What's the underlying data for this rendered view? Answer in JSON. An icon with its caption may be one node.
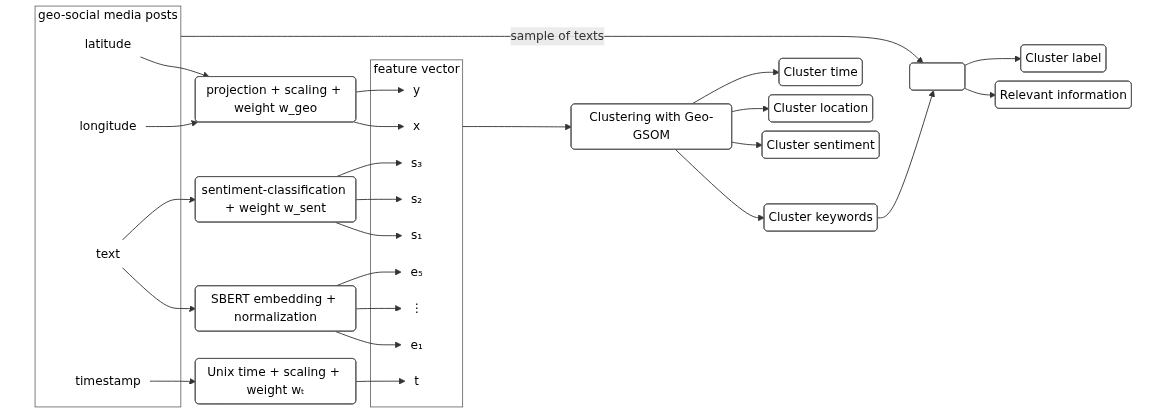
{
  "diagram": {
    "nodes": [
      {
        "text": [
          "geo-social media posts"
        ]
      },
      {
        "text": [
          "latitude"
        ],
        "in": 0
      },
      {
        "text": [
          "longitude"
        ],
        "in": 0
      },
      {
        "text": [
          "text"
        ],
        "in": 0
      },
      {
        "text": [
          "timestamp"
        ],
        "in": 0
      },
      {
        "text": [
          "projection + scaling + weight w_geo"
        ]
      },
      {
        "text": [
          "SBERT embedding + normalization"
        ]
      },
      {
        "text": [
          "sentiment-classification + weight w_sent"
        ]
      },
      {
        "text": [
          "Unix time + scaling + weight wₜ"
        ]
      },
      {
        "text": [
          "feature vector"
        ]
      },
      {
        "text": [
          "x"
        ],
        "in": 9
      },
      {
        "text": [
          "y"
        ],
        "in": 9
      },
      {
        "text": [
          "e₁"
        ],
        "in": 9
      },
      {
        "text": [
          "⋮"
        ],
        "in": 9
      },
      {
        "text": [
          "e₅"
        ],
        "in": 9
      },
      {
        "text": [
          "s₁"
        ],
        "in": 9
      },
      {
        "text": [
          "s₂"
        ],
        "in": 9
      },
      {
        "text": [
          "s₃"
        ],
        "in": 9
      },
      {
        "text": [
          "t"
        ],
        "in": 9
      },
      {
        "text": [
          "Clustering with Geo-GSOM"
        ]
      },
      {
        "text": [
          "Cluster keywords"
        ]
      },
      {
        "text": [
          "Cluster sentiment"
        ]
      },
      {
        "text": [
          "Cluster location"
        ]
      },
      {
        "text": [
          "Cluster time"
        ]
      },
      {
        "text": [],
        "shape": "box"
      },
      {
        "text": [
          "Relevant information"
        ]
      },
      {
        "text": [
          "Cluster label"
        ]
      }
    ],
    "edges": [
      {
        "from": 1,
        "to": 5,
        "arrow": "to"
      },
      {
        "from": 2,
        "to": 5,
        "arrow": "to"
      },
      {
        "from": 3,
        "to": 6,
        "arrow": "to"
      },
      {
        "from": 3,
        "to": 7,
        "arrow": "to"
      },
      {
        "from": 4,
        "to": 8,
        "arrow": "to"
      },
      {
        "from": 5,
        "to": 10,
        "arrow": "to"
      },
      {
        "from": 5,
        "to": 11,
        "arrow": "to"
      },
      {
        "from": 6,
        "to": 12,
        "arrow": "to"
      },
      {
        "from": 6,
        "to": 13,
        "arrow": "to"
      },
      {
        "from": 6,
        "to": 14,
        "arrow": "to"
      },
      {
        "from": 7,
        "to": 15,
        "arrow": "to"
      },
      {
        "from": 7,
        "to": 16,
        "arrow": "to"
      },
      {
        "from": 7,
        "to": 17,
        "arrow": "to"
      },
      {
        "from": 8,
        "to": 18,
        "arrow": "to"
      },
      {
        "from": 9,
        "to": 19,
        "arrow": "to"
      },
      {
        "from": 19,
        "to": 20,
        "arrow": "to"
      },
      {
        "from": 19,
        "to": 21,
        "arrow": "to"
      },
      {
        "from": 19,
        "to": 22,
        "arrow": "to"
      },
      {
        "from": 19,
        "to": 23,
        "arrow": "to"
      },
      {
        "from": 20,
        "to": 24,
        "arrow": "to"
      },
      {
        "from": 24,
        "to": 25,
        "arrow": "to"
      },
      {
        "from": 24,
        "to": 26,
        "arrow": "to"
      },
      {
        "from": 0,
        "to": 24,
        "label": "sample of texts",
        "arrow": "to"
      }
    ]
  }
}
